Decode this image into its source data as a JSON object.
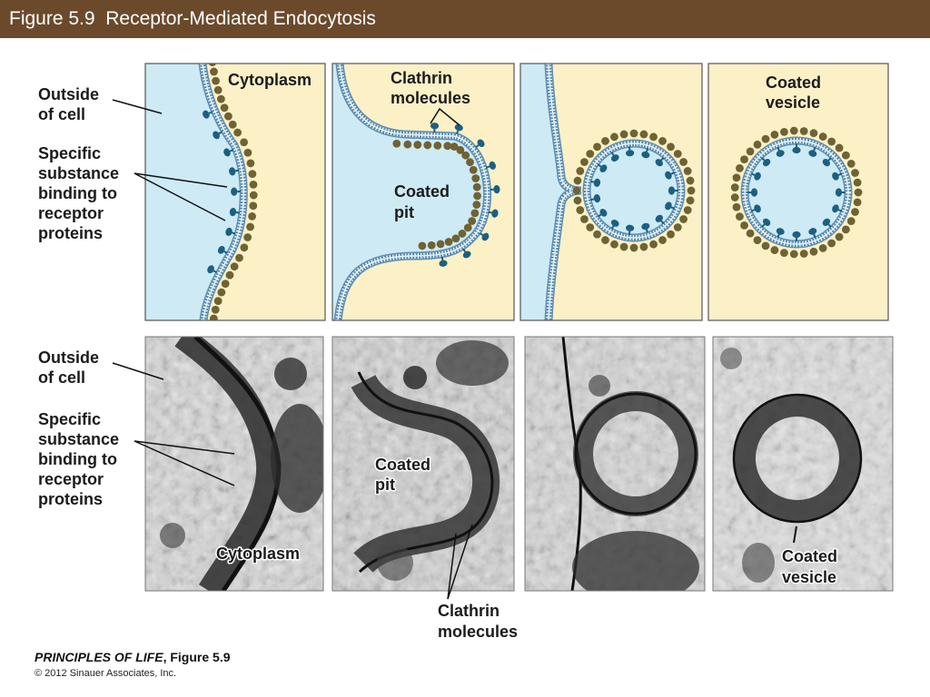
{
  "header": {
    "title": "Figure 5.9  Receptor-Mediated Endocytosis"
  },
  "colors": {
    "header_bg": "#6b4a2b",
    "outside_bg": "#cdeaf5",
    "cytoplasm_bg": "#fbf0c6",
    "membrane": "#5e8fb0",
    "clathrin": "#6f6233",
    "receptor": "#1c5f80"
  },
  "diagram_labels": {
    "outside_of_cell": [
      "Outside",
      "of cell"
    ],
    "specific_substance": [
      "Specific",
      "substance",
      "binding to",
      "receptor",
      "proteins"
    ],
    "cytoplasm": "Cytoplasm",
    "clathrin_molecules": [
      "Clathrin",
      "molecules"
    ],
    "coated_pit": [
      "Coated",
      "pit"
    ],
    "coated_vesicle": [
      "Coated",
      "vesicle"
    ]
  },
  "micrograph_labels": {
    "outside_of_cell": [
      "Outside",
      "of cell"
    ],
    "specific_substance": [
      "Specific",
      "substance",
      "binding to",
      "receptor",
      "proteins"
    ],
    "cytoplasm": "Cytoplasm",
    "coated_pit": [
      "Coated",
      "pit"
    ],
    "clathrin_molecules": [
      "Clathrin",
      "molecules"
    ],
    "coated_vesicle": [
      "Coated",
      "vesicle"
    ]
  },
  "credit": {
    "book": "PRINCIPLES OF LIFE",
    "figure": ", Figure 5.9",
    "copyright": "© 2012 Sinauer Associates, Inc."
  }
}
